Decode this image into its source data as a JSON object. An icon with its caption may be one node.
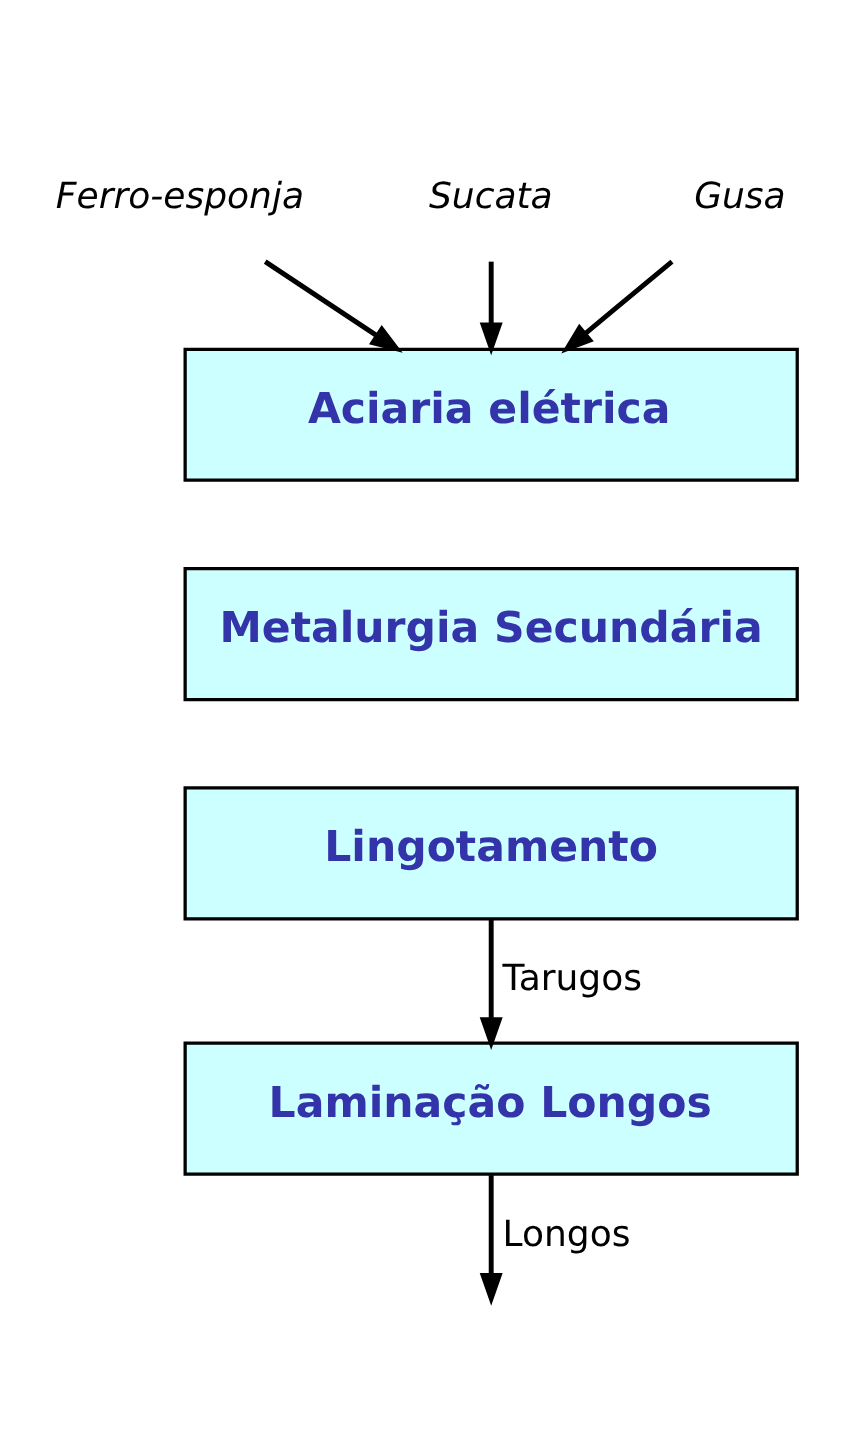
{
  "diagram": {
    "nodes": [
      {
        "text": [
          "Ferro-esponja"
        ]
      },
      {
        "text": [
          "Sucata"
        ]
      },
      {
        "text": [
          "Gusa"
        ]
      },
      {
        "text": [
          "Aciaria elétrica"
        ]
      },
      {
        "text": [
          "Metalurgia Secundária"
        ]
      },
      {
        "text": [
          "Lingotamento"
        ]
      },
      {
        "text": [
          "Laminação Longos"
        ]
      }
    ],
    "edges": [
      {
        "from": 0,
        "to": 3,
        "arrow": "to"
      },
      {
        "from": 1,
        "to": 3,
        "arrow": "to"
      },
      {
        "from": 2,
        "to": 3,
        "arrow": "to"
      },
      {
        "from": 5,
        "to": 6,
        "label": "Tarugos",
        "arrow": "to"
      },
      {
        "from": 6,
        "to": null,
        "label": "Longos",
        "arrow": "to"
      }
    ]
  }
}
